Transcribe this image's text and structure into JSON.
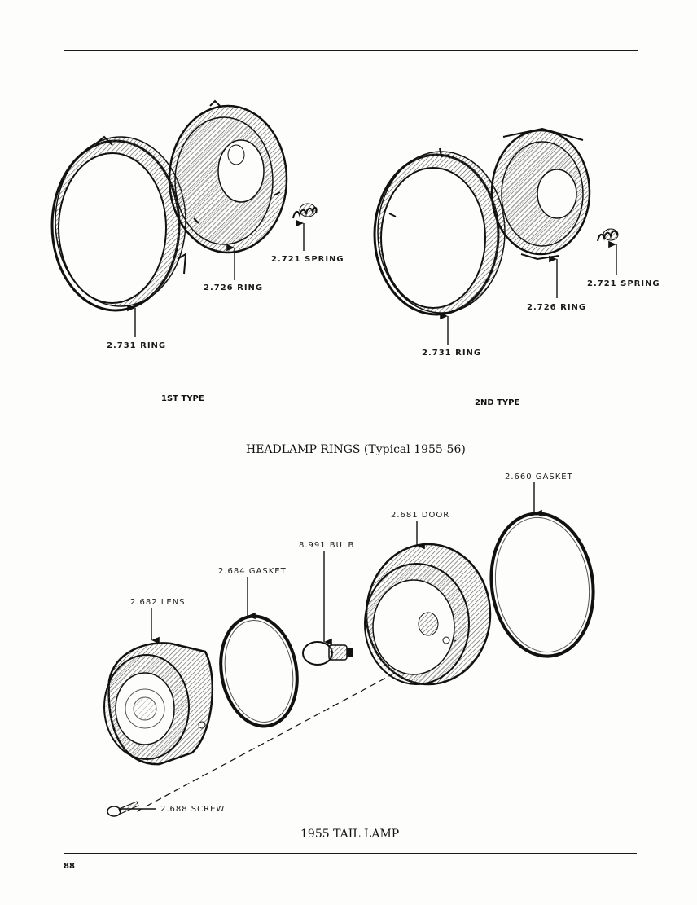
{
  "figures": {
    "headlamp": {
      "caption": "HEADLAMP RINGS (Typical 1955-56)",
      "first_type": {
        "label": "1ST TYPE",
        "callouts": {
          "ring_outer": "2.731 RING",
          "ring_inner": "2.726 RING",
          "spring": "2.721 SPRING"
        }
      },
      "second_type": {
        "label": "2ND TYPE",
        "callouts": {
          "ring_outer": "2.731 RING",
          "ring_inner": "2.726 RING",
          "spring": "2.721 SPRING"
        }
      }
    },
    "tail_lamp": {
      "caption": "1955 TAIL LAMP",
      "callouts": {
        "gasket_outer": "2.660 GASKET",
        "door": "2.681 DOOR",
        "bulb": "8.991 BULB",
        "gasket_inner": "2.684 GASKET",
        "lens": "2.682 LENS",
        "screw": "2.688 SCREW"
      }
    }
  },
  "footer": {
    "page_number": "88"
  }
}
